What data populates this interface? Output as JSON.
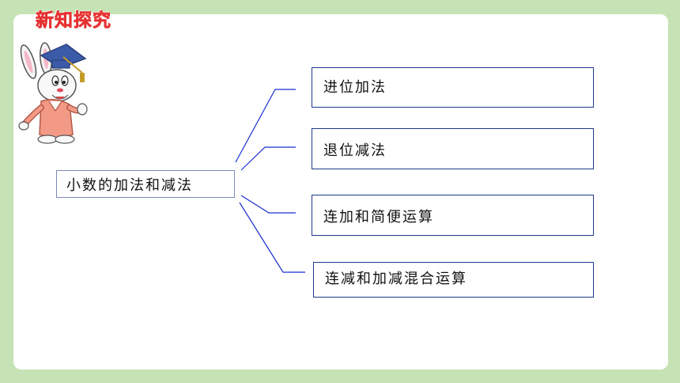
{
  "header": {
    "section_title": "新知探究"
  },
  "mascot": {
    "icon": "rabbit-graduate-icon"
  },
  "mindmap": {
    "root": "小数的加法和减法",
    "branches": [
      "进位加法",
      "退位减法",
      "连加和简便运算",
      "连减和加减混合运算"
    ]
  },
  "colors": {
    "background": "#c6e3b5",
    "title": "#e63232",
    "box_border": "#1f3a8a",
    "connector": "#1a2fd0"
  }
}
